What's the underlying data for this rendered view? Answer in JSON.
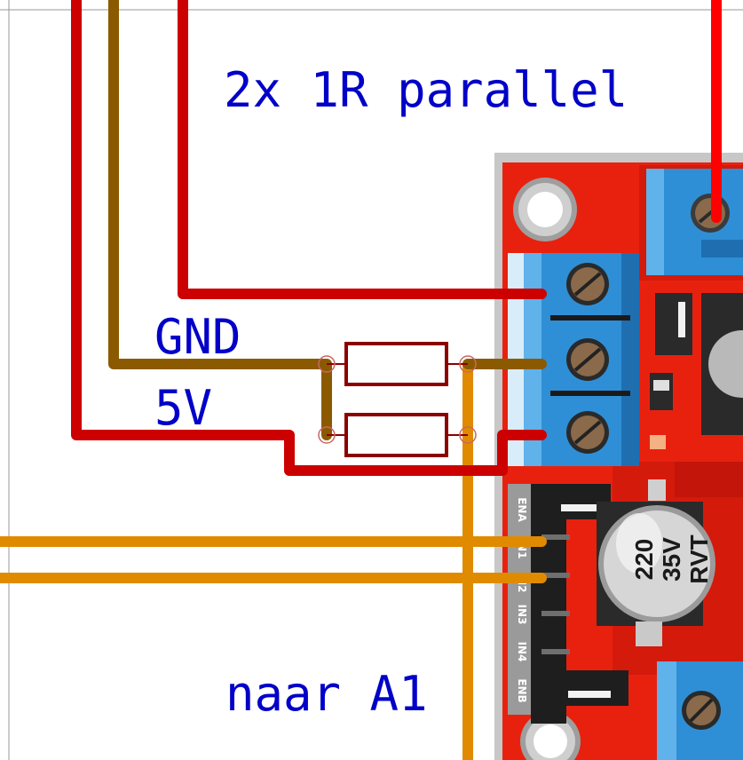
{
  "labels": {
    "resistors_note": "2x 1R parallel",
    "gnd": "GND",
    "v5": "5V",
    "target": "naar A1"
  },
  "board": {
    "pins": [
      "ENA",
      "IN1",
      "IN2",
      "IN3",
      "IN4",
      "ENB"
    ],
    "capacitor": [
      "220",
      "35V",
      "RVT"
    ]
  },
  "colors": {
    "wire_red": "#cc0000",
    "wire_bright_red": "#ff0000",
    "wire_brown": "#8b5a00",
    "wire_orange": "#e08a00",
    "resistor_outline": "#8b0000",
    "label_blue": "#0000c8",
    "board_red": "#e8210f",
    "terminal_blue": "#2f8fd6"
  },
  "icons": [
    "screw-terminal-icon",
    "jumper-icon",
    "capacitor-icon",
    "mounting-hole-icon",
    "resistor-icon"
  ]
}
